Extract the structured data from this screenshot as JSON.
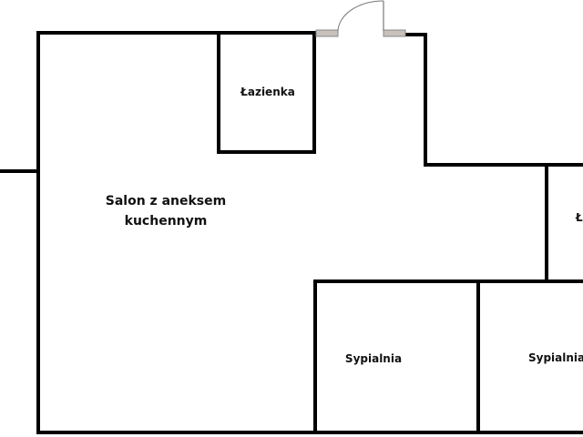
{
  "plan": {
    "rooms": {
      "living": [
        "Salon z aneksem",
        "kuchennym"
      ],
      "bathroom1": "Łazienka",
      "bathroom2": "Ł",
      "bedroom1": "Sypialnia",
      "bedroom2": "Sypialnia"
    },
    "colors": {
      "wall": "#000000",
      "door_jamb": "#c8c0bb"
    }
  }
}
